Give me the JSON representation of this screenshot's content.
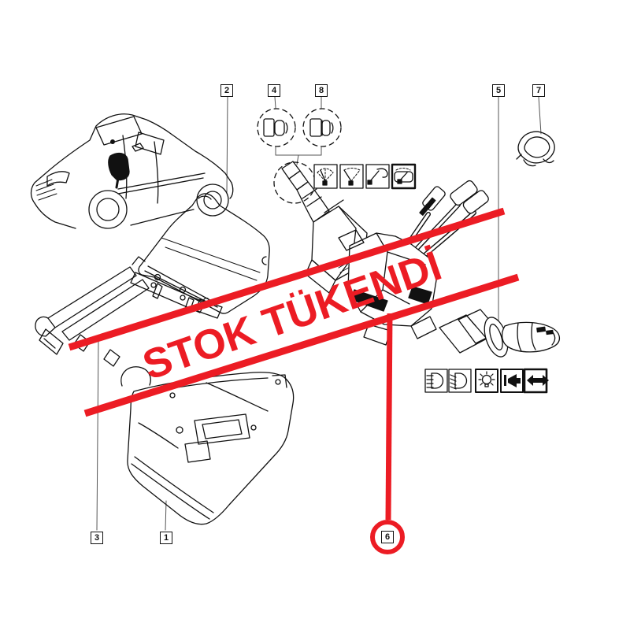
{
  "page": {
    "type": "parts-catalog-product-image",
    "background": "#ffffff"
  },
  "watermark": {
    "text": "STOK TÜKENDİ",
    "color": "#ec1c24"
  },
  "diagram": {
    "subject": "steering-column-switch-exploded-diagram",
    "callouts": {
      "c1": "1",
      "c2": "2",
      "c3": "3",
      "c4": "4",
      "c5": "5",
      "c6": "6",
      "c7": "7",
      "c8": "8"
    },
    "highlighted_callout": "6",
    "highlight_color": "#ec1c24",
    "line_art_color": "#111111"
  },
  "icons": {
    "wiper_strip": [
      "wiper-intermittent-icon",
      "wiper-single-speed-icon",
      "wiper-park-icon",
      "windscreen-wash-wipe-icon"
    ],
    "light_strip": [
      "high-beam-icon",
      "dipped-beam-icon",
      "sidelight-bulb-icon",
      "horn-icon",
      "lane-double-arrow-icon"
    ]
  }
}
